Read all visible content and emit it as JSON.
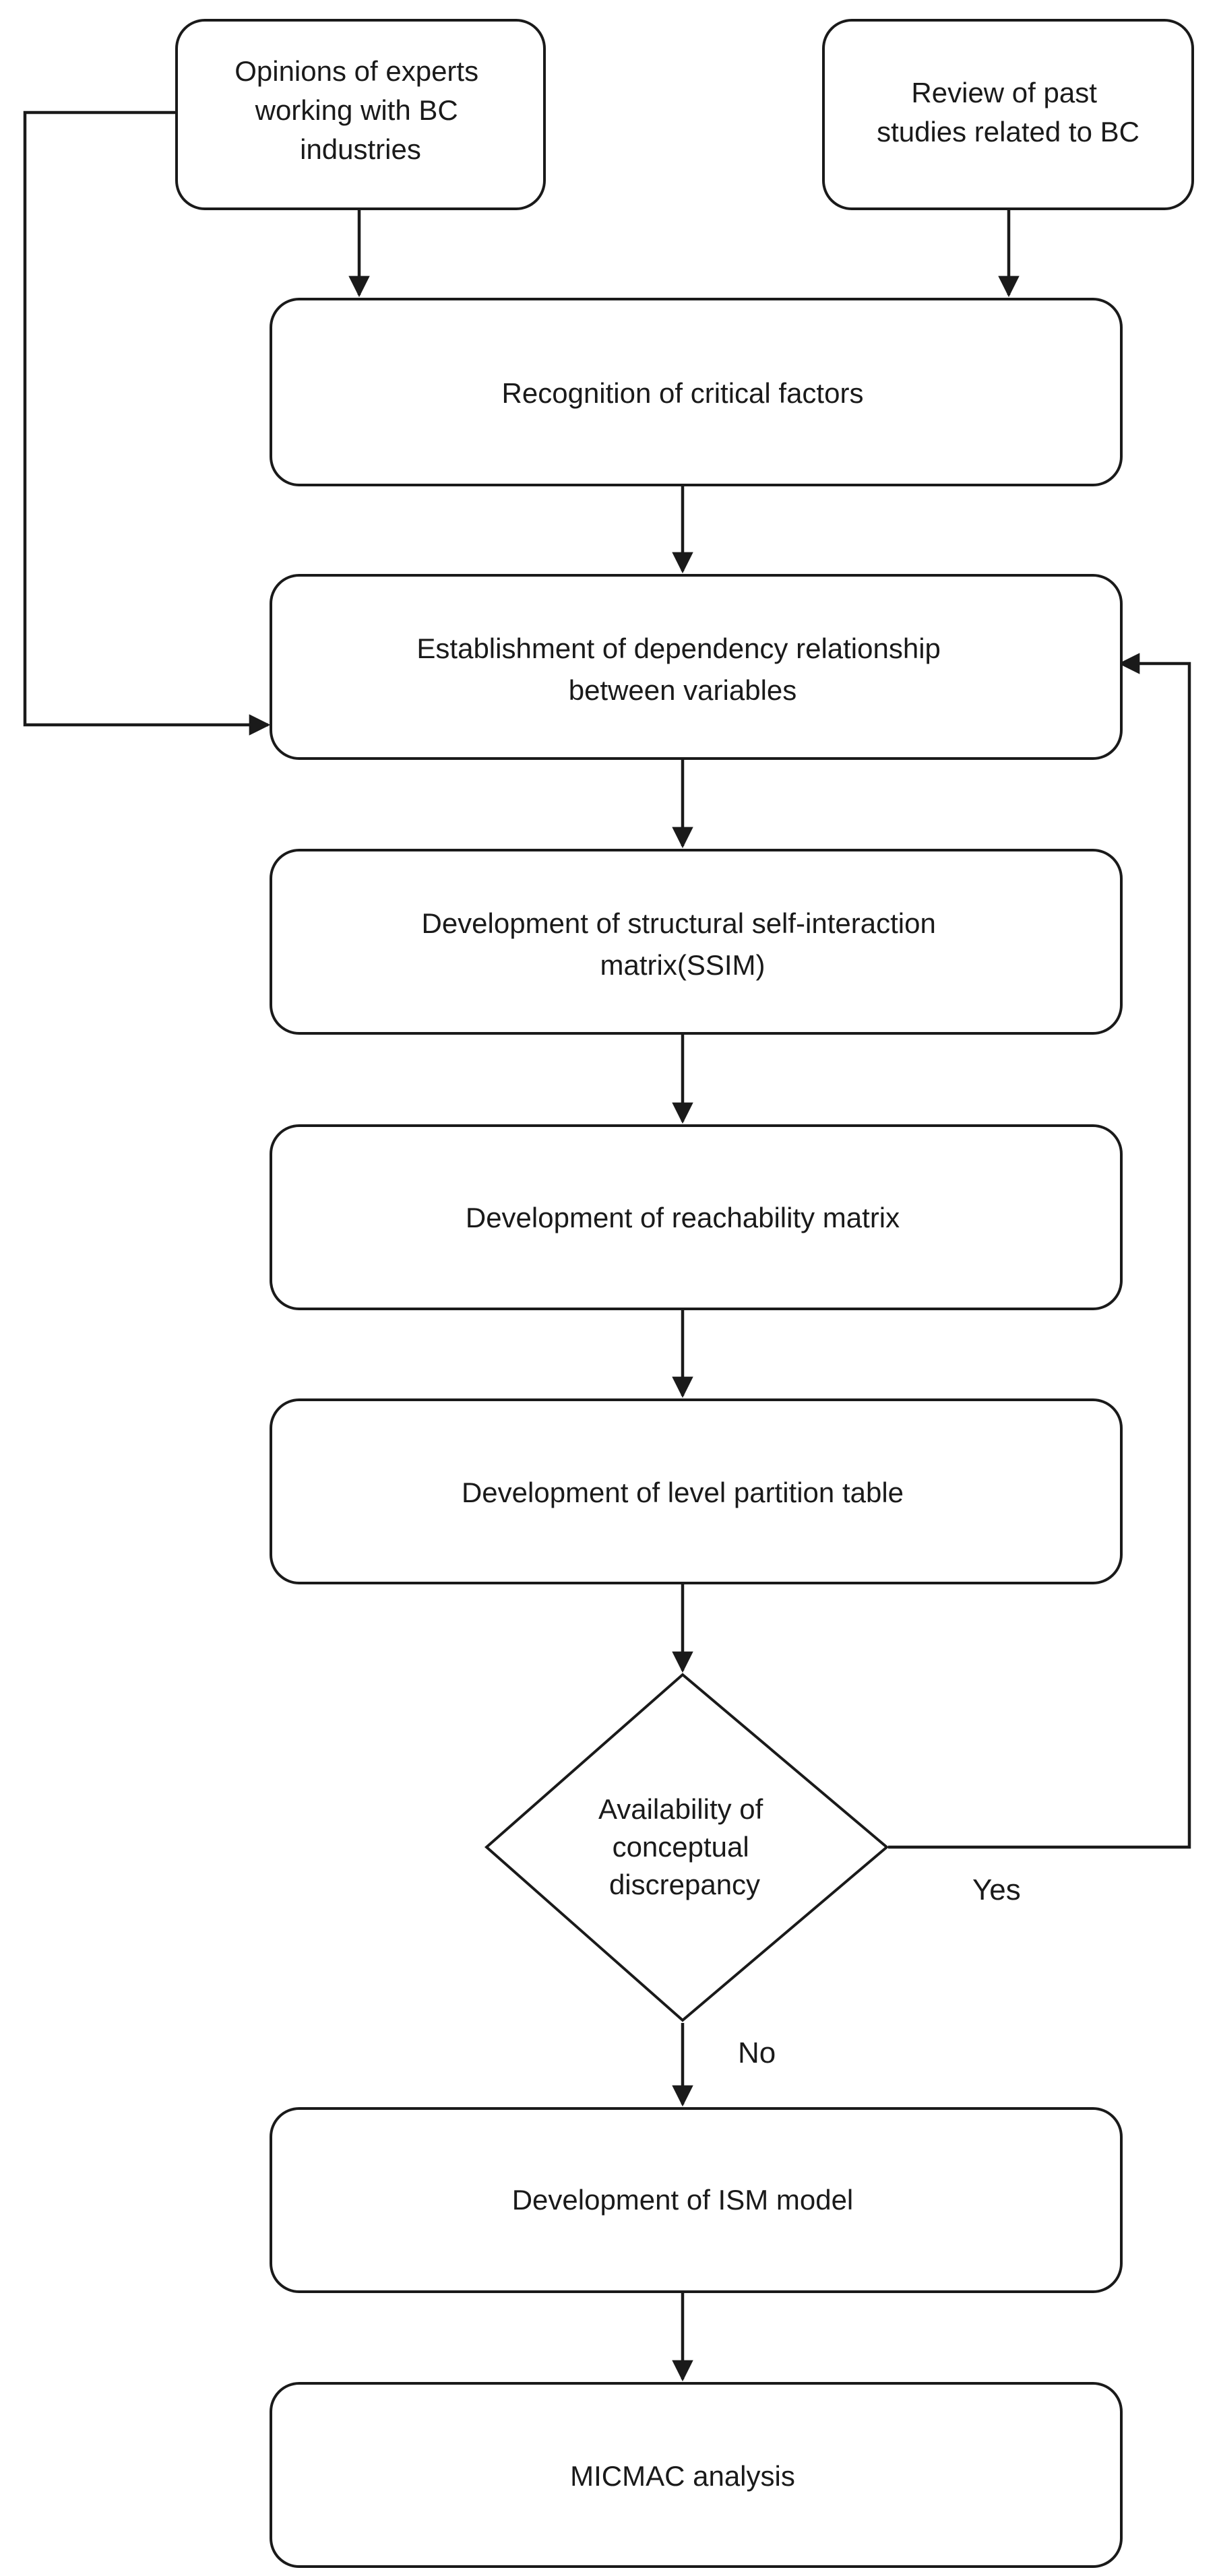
{
  "colors": {
    "stroke": "#1a1a1a",
    "fill": "#ffffff",
    "text": "#1a1a1a"
  },
  "nodes": {
    "experts": {
      "shape": "rounded-rectangle",
      "lines": [
        "Opinions of experts",
        "working with BC",
        "industries"
      ]
    },
    "review": {
      "shape": "rounded-rectangle",
      "lines": [
        "Review of past",
        "studies related to BC"
      ]
    },
    "critical_factors": {
      "shape": "rounded-rectangle",
      "lines": [
        "Recognition of critical factors"
      ]
    },
    "dependency": {
      "shape": "rounded-rectangle",
      "lines": [
        "Establishment of dependency relationship",
        "between variables"
      ]
    },
    "ssim": {
      "shape": "rounded-rectangle",
      "lines": [
        "Development of structural self-interaction",
        "matrix(SSIM)"
      ]
    },
    "reachability": {
      "shape": "rounded-rectangle",
      "lines": [
        "Development of reachability matrix"
      ]
    },
    "level_partition": {
      "shape": "rounded-rectangle",
      "lines": [
        "Development of level partition table"
      ]
    },
    "decision": {
      "shape": "diamond",
      "lines": [
        "Availability of",
        "conceptual",
        "discrepancy"
      ]
    },
    "ism_model": {
      "shape": "rounded-rectangle",
      "lines": [
        "Development of ISM model"
      ]
    },
    "micmac": {
      "shape": "rounded-rectangle",
      "lines": [
        "MICMAC analysis"
      ]
    }
  },
  "edges": [
    {
      "from": "experts",
      "to": "critical_factors"
    },
    {
      "from": "review",
      "to": "critical_factors"
    },
    {
      "from": "experts",
      "to": "dependency"
    },
    {
      "from": "critical_factors",
      "to": "dependency"
    },
    {
      "from": "dependency",
      "to": "ssim"
    },
    {
      "from": "ssim",
      "to": "reachability"
    },
    {
      "from": "reachability",
      "to": "level_partition"
    },
    {
      "from": "level_partition",
      "to": "decision"
    },
    {
      "from": "decision",
      "to": "dependency",
      "label": "Yes"
    },
    {
      "from": "decision",
      "to": "ism_model",
      "label": "No"
    },
    {
      "from": "ism_model",
      "to": "micmac"
    }
  ],
  "branch_labels": {
    "yes": "Yes",
    "no": "No"
  }
}
